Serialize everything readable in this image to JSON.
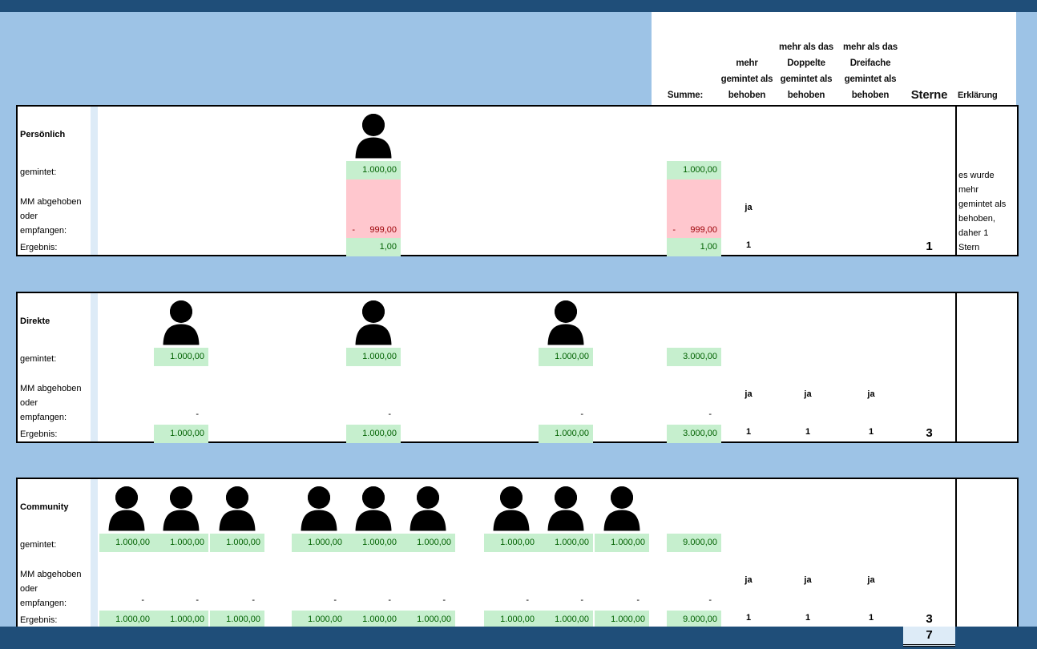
{
  "header": {
    "summe": "Summe:",
    "col1": [
      "mehr",
      "gemintet als",
      "behoben"
    ],
    "col2": [
      "mehr als das",
      "Doppelte",
      "gemintet als",
      "behoben"
    ],
    "col3": [
      "mehr als das",
      "Dreifache",
      "gemintet als",
      "behoben"
    ],
    "sterne": "Sterne",
    "erklaerung": "Erklärung"
  },
  "row_labels": {
    "gemintet": "gemintet:",
    "mm": [
      "MM abgehoben",
      "oder",
      "empfangen:"
    ],
    "ergebnis": "Ergebnis:"
  },
  "colors": {
    "green_bg": "#c6efce",
    "green_text": "#006100",
    "red_bg": "#ffc7ce",
    "red_text": "#9c0006",
    "dark_blue": "#1f4e79",
    "light_blue": "#9dc3e6"
  },
  "sections": [
    {
      "name": "Persönlich",
      "icon": "person-icon",
      "members": [
        {
          "col": 4,
          "gemintet": "1.000,00",
          "mm": "-      999,00",
          "mm_red": true,
          "ergebnis": "1,00"
        }
      ],
      "summe": {
        "gemintet": "1.000,00",
        "mm": "-      999,00",
        "mm_red": true,
        "ergebnis": "1,00"
      },
      "checks": [
        {
          "ja": "ja",
          "val": "1"
        },
        {
          "ja": "",
          "val": ""
        },
        {
          "ja": "",
          "val": ""
        }
      ],
      "sterne": "1",
      "erklaerung": [
        "es wurde",
        "mehr",
        "gemintet als",
        "behoben,",
        "daher 1",
        "Stern"
      ]
    },
    {
      "name": "Direkte",
      "icon": "person-icon",
      "members": [
        {
          "col": 1,
          "gemintet": "1.000,00",
          "mm": "-",
          "ergebnis": "1.000,00"
        },
        {
          "col": 4,
          "gemintet": "1.000,00",
          "mm": "-",
          "ergebnis": "1.000,00"
        },
        {
          "col": 7,
          "gemintet": "1.000,00",
          "mm": "-",
          "ergebnis": "1.000,00"
        }
      ],
      "summe": {
        "gemintet": "3.000,00",
        "mm": "-",
        "ergebnis": "3.000,00"
      },
      "checks": [
        {
          "ja": "ja",
          "val": "1"
        },
        {
          "ja": "ja",
          "val": "1"
        },
        {
          "ja": "ja",
          "val": "1"
        }
      ],
      "sterne": "3",
      "erklaerung": []
    },
    {
      "name": "Community",
      "icon": "person-icon",
      "members": [
        {
          "col": 0,
          "gemintet": "1.000,00",
          "mm": "-",
          "ergebnis": "1.000,00"
        },
        {
          "col": 1,
          "gemintet": "1.000,00",
          "mm": "-",
          "ergebnis": "1.000,00"
        },
        {
          "col": 2,
          "gemintet": "1.000,00",
          "mm": "-",
          "ergebnis": "1.000,00"
        },
        {
          "col": 3,
          "gemintet": "1.000,00",
          "mm": "-",
          "ergebnis": "1.000,00"
        },
        {
          "col": 4,
          "gemintet": "1.000,00",
          "mm": "-",
          "ergebnis": "1.000,00"
        },
        {
          "col": 5,
          "gemintet": "1.000,00",
          "mm": "-",
          "ergebnis": "1.000,00"
        },
        {
          "col": 6,
          "gemintet": "1.000,00",
          "mm": "-",
          "ergebnis": "1.000,00"
        },
        {
          "col": 7,
          "gemintet": "1.000,00",
          "mm": "-",
          "ergebnis": "1.000,00"
        },
        {
          "col": 8,
          "gemintet": "1.000,00",
          "mm": "-",
          "ergebnis": "1.000,00"
        }
      ],
      "summe": {
        "gemintet": "9.000,00",
        "mm": "-",
        "ergebnis": "9.000,00"
      },
      "checks": [
        {
          "ja": "ja",
          "val": "1"
        },
        {
          "ja": "ja",
          "val": "1"
        },
        {
          "ja": "ja",
          "val": "1"
        }
      ],
      "sterne": "3",
      "erklaerung": []
    }
  ],
  "total_sterne": "7"
}
